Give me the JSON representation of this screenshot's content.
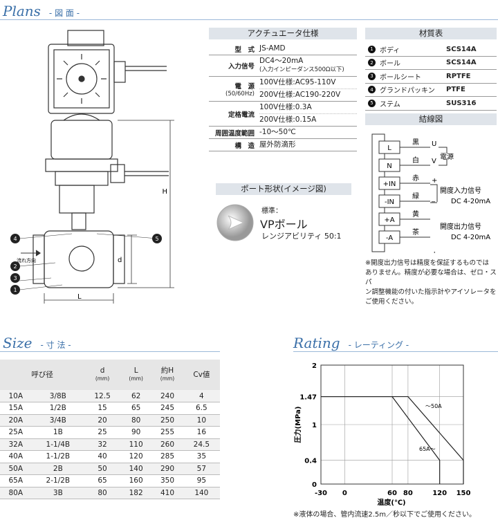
{
  "plans": {
    "title": "Plans",
    "subtitle": "- 図 面 -"
  },
  "drawing": {
    "flow_label": "流れ方向",
    "dim_H": "H",
    "dim_d": "d",
    "dim_L": "L",
    "markers": [
      "4",
      "5",
      "2",
      "3",
      "1"
    ]
  },
  "spec": {
    "header": "アクチュエータ仕様",
    "rows": [
      {
        "label": "型　式",
        "sub": "",
        "values": [
          "JS-AMD"
        ]
      },
      {
        "label": "入力信号",
        "sub": "",
        "values": [
          "DC4～20mA",
          "(入力インピーダンス500Ω以下)"
        ]
      },
      {
        "label": "電　源",
        "sub": "(50/60Hz)",
        "values": [
          "100V仕様:AC95-110V",
          "200V仕様:AC190-220V"
        ]
      },
      {
        "label": "定格電流",
        "sub": "",
        "values": [
          "100V仕様:0.3A",
          "200V仕様:0.15A"
        ]
      },
      {
        "label": "周囲温度範囲",
        "sub": "",
        "values": [
          "-10～50℃"
        ]
      },
      {
        "label": "構　造",
        "sub": "",
        "values": [
          "屋外防滴形"
        ]
      }
    ]
  },
  "port": {
    "header": "ポート形状(イメージ図)",
    "std": "標準：",
    "name": "VPボール",
    "range": "レンジアビリティ 50:1"
  },
  "material": {
    "header": "材質表",
    "rows": [
      {
        "num": "1",
        "name": "ボディ",
        "value": "SCS14A"
      },
      {
        "num": "2",
        "name": "ボール",
        "value": "SCS14A"
      },
      {
        "num": "3",
        "name": "ボールシート",
        "value": "RPTFE"
      },
      {
        "num": "4",
        "name": "グランドパッキン",
        "value": "PTFE"
      },
      {
        "num": "5",
        "name": "ステム",
        "value": "SUS316"
      }
    ]
  },
  "wiring": {
    "header": "結線図",
    "terminals": [
      "L",
      "N",
      "+IN",
      "-IN",
      "+A",
      "-A"
    ],
    "colors": [
      "黒",
      "白",
      "赤",
      "緑",
      "黄",
      "茶"
    ],
    "letters": [
      "U",
      "V"
    ],
    "power": "電源",
    "plus": "+",
    "minus": "_",
    "in_sig": "開度入力信号",
    "in_range": "DC 4-20mA",
    "out_sig": "開度出力信号",
    "out_range": "DC 4-20mA"
  },
  "wiring_note": [
    "※開度出力信号は精度を保証するものでは",
    "ありません。精度が必要な場合は、ゼロ・スパ",
    "ン調整機能の付いた指示計やアイソレータを",
    "ご使用ください。"
  ],
  "size": {
    "title": "Size",
    "subtitle": "- 寸 法 -",
    "headers": [
      {
        "t": "呼び径",
        "u": ""
      },
      {
        "t": "d",
        "u": "(mm)"
      },
      {
        "t": "L",
        "u": "(mm)"
      },
      {
        "t": "約H",
        "u": "(mm)"
      },
      {
        "t": "Cv値",
        "u": ""
      }
    ],
    "rows": [
      [
        "10A",
        "3/8B",
        "12.5",
        "62",
        "240",
        "4"
      ],
      [
        "15A",
        "1/2B",
        "15",
        "65",
        "245",
        "6.5"
      ],
      [
        "20A",
        "3/4B",
        "20",
        "80",
        "250",
        "10"
      ],
      [
        "25A",
        "1B",
        "25",
        "90",
        "255",
        "16"
      ],
      [
        "32A",
        "1-1/4B",
        "32",
        "110",
        "260",
        "24.5"
      ],
      [
        "40A",
        "1-1/2B",
        "40",
        "120",
        "285",
        "35"
      ],
      [
        "50A",
        "2B",
        "50",
        "140",
        "290",
        "57"
      ],
      [
        "65A",
        "2-1/2B",
        "65",
        "160",
        "350",
        "95"
      ],
      [
        "80A",
        "3B",
        "80",
        "182",
        "410",
        "140"
      ]
    ]
  },
  "rating": {
    "title": "Rating",
    "subtitle": "- レーティング -",
    "note": "※液体の場合、管内流速2.5m／秒以下でご使用ください。"
  },
  "chart_data": {
    "type": "line",
    "xlabel": "温度(℃)",
    "ylabel": "圧力(MPa)",
    "xlim": [
      -30,
      150
    ],
    "ylim": [
      0,
      2
    ],
    "xticks": [
      -30,
      0,
      60,
      80,
      120,
      150
    ],
    "yticks": [
      0,
      0.4,
      1,
      1.47,
      2
    ],
    "ytick_labels": [
      "0",
      "0.4",
      "1",
      "1.47",
      "2"
    ],
    "grid": true,
    "series": [
      {
        "name": "～50A",
        "points": [
          [
            -30,
            1.47
          ],
          [
            80,
            1.47
          ],
          [
            150,
            0.4
          ],
          [
            150,
            0
          ]
        ]
      },
      {
        "name": "65A～",
        "points": [
          [
            -30,
            1.47
          ],
          [
            60,
            1.47
          ],
          [
            120,
            0.4
          ],
          [
            120,
            0
          ]
        ]
      }
    ]
  }
}
